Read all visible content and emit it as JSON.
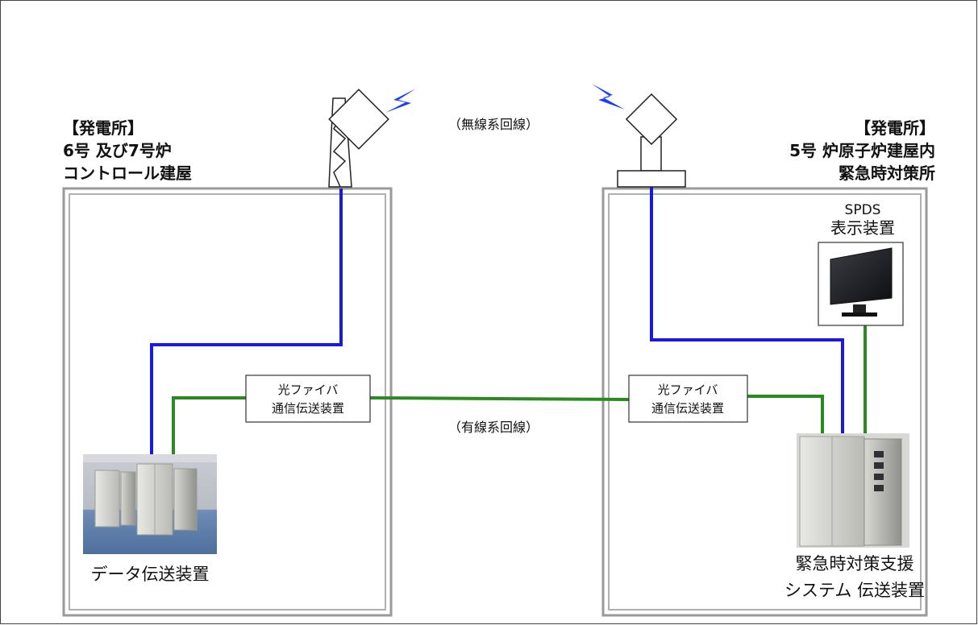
{
  "left_site": {
    "heading": "【発電所】",
    "line1": "6号 及び7号炉",
    "line2": "コントロール建屋",
    "equipment_label": "データ伝送装置"
  },
  "right_site": {
    "heading": "【発電所】",
    "line1": "5号 炉原子炉建屋内",
    "line2": "緊急時対策所",
    "display_label_line1": "SPDS",
    "display_label_line2": "表示装置",
    "equipment_label_line1": "緊急時対策支援",
    "equipment_label_line2": "システム 伝送装置"
  },
  "links": {
    "wireless_label": "（無線系回線）",
    "wired_label": "（有線系回線）"
  },
  "fiber_left": {
    "line1": "光ファイバ",
    "line2": "通信伝送装置"
  },
  "fiber_right": {
    "line1": "光ファイバ",
    "line2": "通信伝送装置"
  },
  "colors": {
    "wireless_line": "#1a1adc",
    "wired_line": "#2a8a1f",
    "building_border": "#9a9a9a",
    "lightning": "#1a3cff"
  }
}
